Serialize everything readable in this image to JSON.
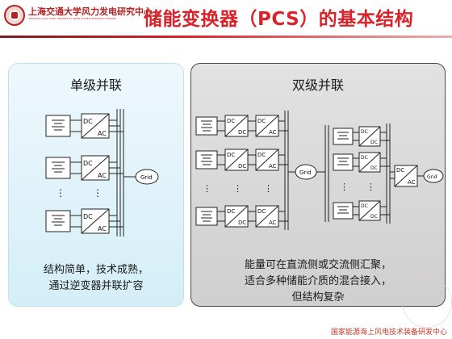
{
  "header": {
    "logo_name": "上海交通大学风力发电研究中心",
    "logo_subtitle": "SHANGHAI JIAO TONG UNIVERSITY WIND POWER RESEARCH CENTER",
    "title": "储能变换器（PCS）的基本结构"
  },
  "left_panel": {
    "title": "单级并联",
    "converter_top": "DC",
    "converter_bottom": "AC",
    "grid": "Grid",
    "dots": "⋮",
    "caption_line1": "结构简单，技术成熟，",
    "caption_line2": "通过逆变器并联扩容"
  },
  "right_panel": {
    "title": "双级并联",
    "converter_top": "DC",
    "converter_bottom": "DC",
    "inverter_top": "DC",
    "inverter_bottom": "AC",
    "grid": "Grid",
    "dots": "⋮",
    "caption_line1": "能量可在直流侧或交流侧汇聚，",
    "caption_line2": "适合多种储能介质的混合接入，",
    "caption_line3": "但结构复杂"
  },
  "footer": {
    "text": "国家能源海上风电技术装备研发中心"
  },
  "colors": {
    "title_red": "#d8232a",
    "brand_red": "#b22222",
    "left_panel_bg": "#dff3f9",
    "right_panel_bg": "#d8d8d8"
  }
}
